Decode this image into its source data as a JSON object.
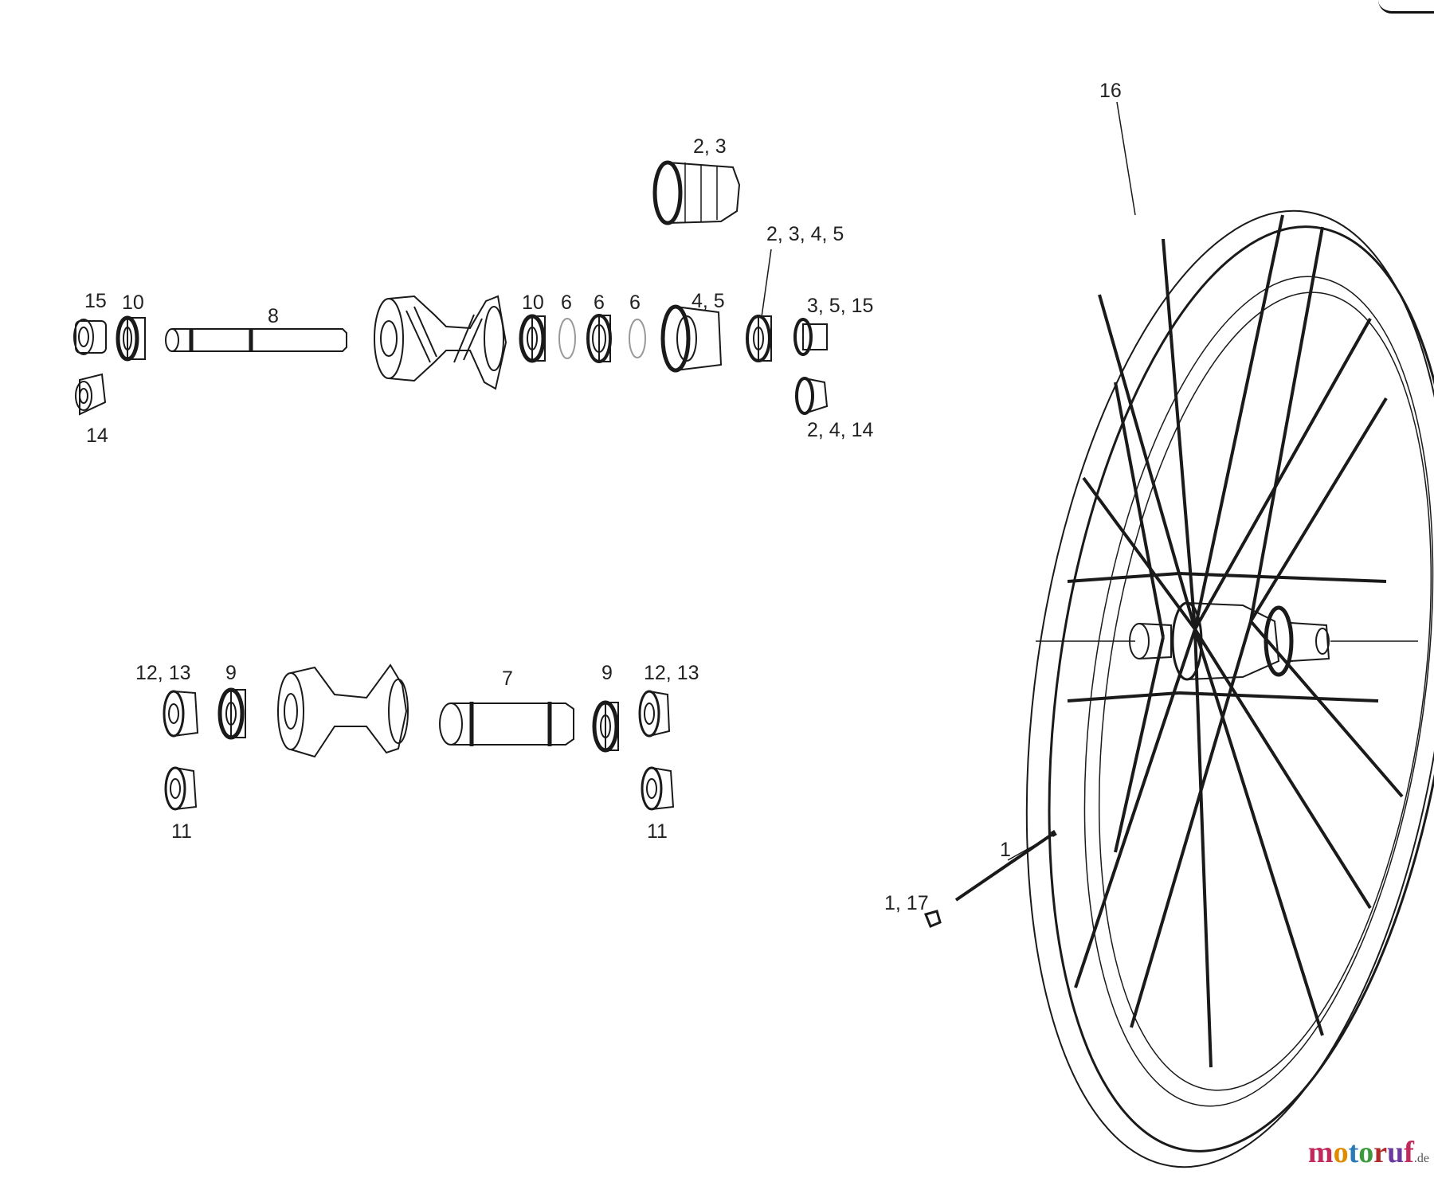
{
  "callouts": {
    "c16": "16",
    "c23": "2, 3",
    "c2345": "2, 3, 4, 5",
    "c15": "15",
    "c10a": "10",
    "c8": "8",
    "c10b": "10",
    "c6a": "6",
    "c6b": "6",
    "c6c": "6",
    "c45": "4, 5",
    "c3515": "3, 5, 15",
    "c14": "14",
    "c2414": "2, 4, 14",
    "c1213a": "12, 13",
    "c9a": "9",
    "c7": "7",
    "c9b": "9",
    "c1213b": "12, 13",
    "c11a": "11",
    "c11b": "11",
    "c1": "1",
    "c117": "1, 17"
  },
  "watermark": {
    "parts": [
      "m",
      "o",
      "t",
      "o",
      "r",
      "u",
      "f"
    ],
    "tld": ".de"
  },
  "colors": {
    "line": "#1a1a1a",
    "background": "#ffffff"
  }
}
